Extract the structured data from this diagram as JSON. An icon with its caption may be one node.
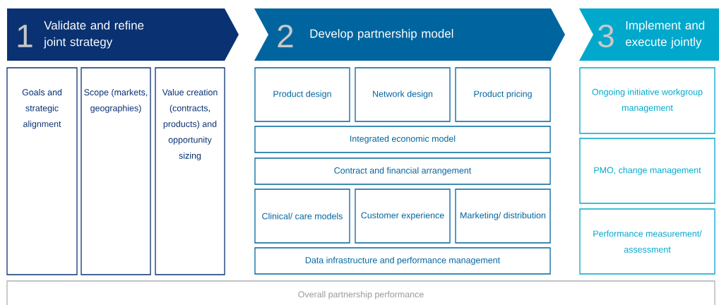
{
  "diagram": {
    "nodes": [
      {
        "text": [
          "1",
          "Validate and refine joint strategy"
        ]
      },
      {
        "text": [
          "Goals and strategic alignment"
        ]
      },
      {
        "text": [
          "Scope (markets, geographies)"
        ]
      },
      {
        "text": [
          "Value creation (contracts, products) and opportunity sizing"
        ]
      },
      {
        "text": [
          "2",
          "Develop partnership model"
        ]
      },
      {
        "text": [
          "Product design"
        ]
      },
      {
        "text": [
          "Network design"
        ]
      },
      {
        "text": [
          "Product pricing"
        ]
      },
      {
        "text": [
          "Integrated economic model"
        ]
      },
      {
        "text": [
          "Contract and financial arrangement"
        ]
      },
      {
        "text": [
          "Clinical/ care models"
        ]
      },
      {
        "text": [
          "Customer experience"
        ]
      },
      {
        "text": [
          "Marketing/ distribution"
        ]
      },
      {
        "text": [
          "Data infrastructure and performance management"
        ]
      },
      {
        "text": [
          "3",
          "Implement and execute jointly"
        ]
      },
      {
        "text": [
          "Ongoing initiative workgroup management"
        ]
      },
      {
        "text": [
          "PMO, change management"
        ]
      },
      {
        "text": [
          "Performance measurement/ assessment"
        ]
      },
      {
        "text": [
          "Overall partnership performance"
        ]
      }
    ]
  }
}
